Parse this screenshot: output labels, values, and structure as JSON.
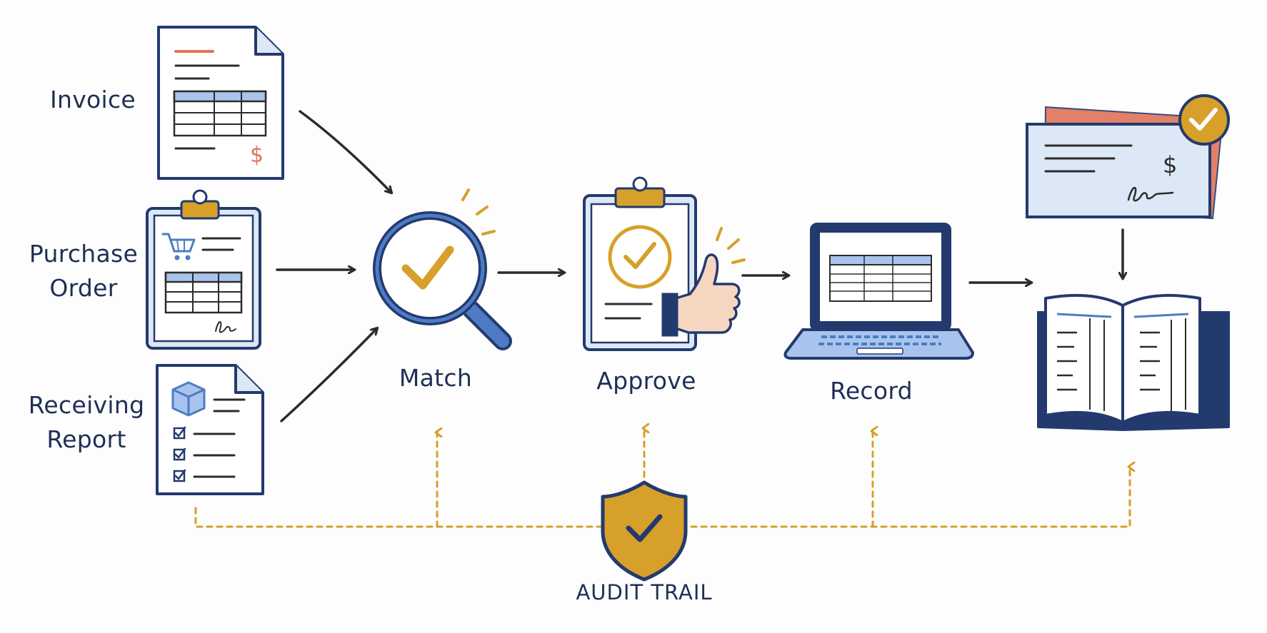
{
  "inputs": {
    "invoice": "Invoice",
    "purchase_order_line1": "Purchase",
    "purchase_order_line2": "Order",
    "receiving_report_line1": "Receiving",
    "receiving_report_line2": "Report"
  },
  "steps": {
    "match": "Match",
    "approve": "Approve",
    "record": "Record"
  },
  "audit": {
    "label": "AUDIT TRAIL"
  },
  "symbols": {
    "dollar": "$"
  },
  "icons": [
    "invoice-document-icon",
    "shopping-cart-icon",
    "clipboard-icon",
    "package-box-icon",
    "checklist-icon",
    "magnifying-glass-icon",
    "check-icon",
    "thumbs-up-icon",
    "laptop-icon",
    "check-payment-icon",
    "ledger-book-icon",
    "shield-icon"
  ],
  "colors": {
    "navy": "#233a6e",
    "blue": "#4d7cc4",
    "light_blue": "#a9c4ec",
    "gold": "#d6a02a",
    "coral": "#e0735a",
    "ink": "#2b2b2b",
    "paper": "#ffffff",
    "pale_blue": "#dde8f6"
  }
}
